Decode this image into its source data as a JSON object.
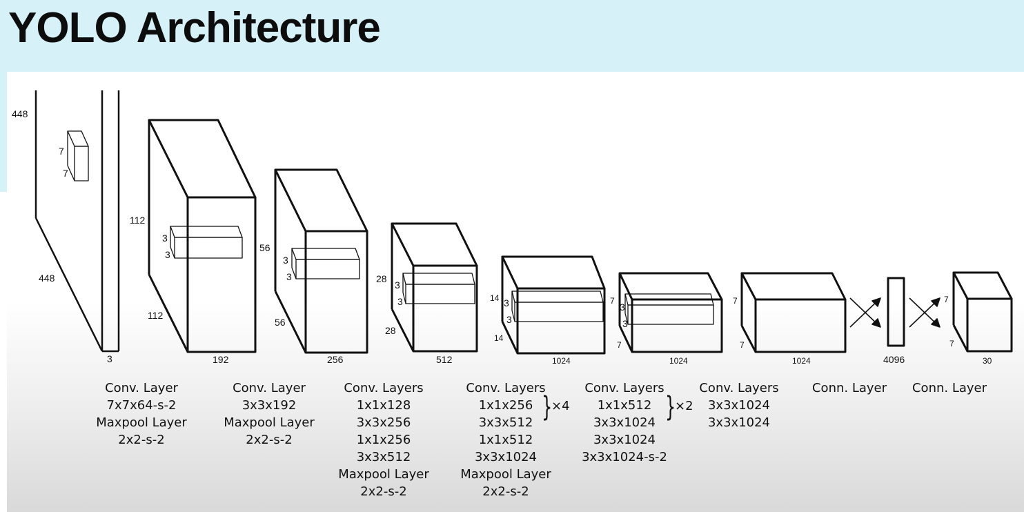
{
  "title": "YOLO Architecture",
  "dims": {
    "input_h": "448",
    "input_w": "448",
    "input_d": "3",
    "kernel1_a": "7",
    "kernel1_b": "7",
    "b1_h": "112",
    "b1_w": "112",
    "b1_d": "192",
    "b1_k": "3",
    "b2_h": "56",
    "b2_w": "56",
    "b2_d": "256",
    "b2_k": "3",
    "b3_h": "28",
    "b3_w": "28",
    "b3_d": "512",
    "b3_k": "3",
    "b4_h": "14",
    "b4_w": "14",
    "b4_d": "1024",
    "b4_k": "3",
    "b5_h": "7",
    "b5_w": "7",
    "b5_d": "1024",
    "b5_k": "3",
    "b6_h": "7",
    "b6_w": "7",
    "b6_d": "1024",
    "fc_d": "4096",
    "out_h": "7",
    "out_w": "7",
    "out_d": "30"
  },
  "captions": [
    [
      "Conv. Layer",
      "7x7x64-s-2",
      "Maxpool Layer",
      "2x2-s-2"
    ],
    [
      "Conv. Layer",
      "3x3x192",
      "Maxpool Layer",
      "2x2-s-2"
    ],
    [
      "Conv. Layers",
      "1x1x128",
      "3x3x256",
      "1x1x256",
      "3x3x512",
      "Maxpool Layer",
      "2x2-s-2"
    ],
    [
      "Conv. Layers",
      "1x1x256",
      "3x3x512",
      "1x1x512",
      "3x3x1024",
      "Maxpool Layer",
      "2x2-s-2"
    ],
    [
      "Conv. Layers",
      "1x1x512",
      "3x3x1024",
      "3x3x1024",
      "3x3x1024-s-2"
    ],
    [
      "Conv. Layers",
      "3x3x1024",
      "3x3x1024"
    ],
    [
      "Conn. Layer"
    ],
    [
      "Conn. Layer"
    ]
  ],
  "repeat_labels": {
    "group4": "×4",
    "group5": "×2"
  }
}
